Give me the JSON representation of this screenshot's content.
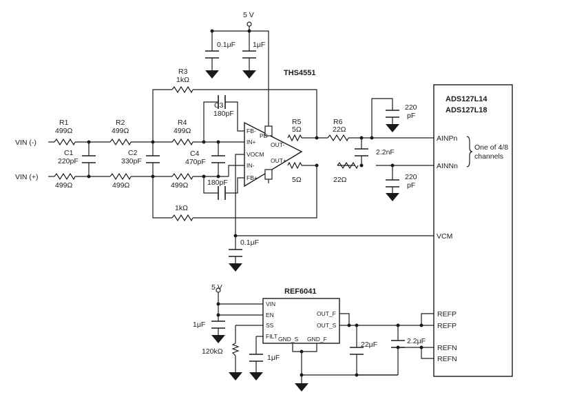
{
  "supply": {
    "top": "5 V",
    "ref": "5 V"
  },
  "amp": {
    "name": "THS4551",
    "pins": {
      "fbm": "FB-",
      "inp": "IN+",
      "vocm": "VOCM",
      "inm": "IN-",
      "fbp": "FB+",
      "pd": "PD",
      "outm": "OUT-",
      "outp": "OUT+"
    }
  },
  "inputs": {
    "vin_neg": "VIN (-)",
    "vin_pos": "VIN (+)"
  },
  "resistors": {
    "r1_name": "R1",
    "r1_val": "499Ω",
    "r2_name": "R2",
    "r2_val": "499Ω",
    "r3_name": "R3",
    "r3_val": "1kΩ",
    "r4_name": "R4",
    "r4_val": "499Ω",
    "r5_name": "R5",
    "r5_val": "5Ω",
    "r6_name": "R6",
    "r6_val": "22Ω",
    "bot_r1_val": "499Ω",
    "bot_r2_val": "499Ω",
    "bot_r4_val": "499Ω",
    "bot_fb_val": "1kΩ",
    "bot_r5_val": "5Ω",
    "bot_r6_val": "22Ω",
    "ref_r_val": "120kΩ"
  },
  "capacitors": {
    "c1_name": "C1",
    "c1_val": "220pF",
    "c2_name": "C2",
    "c2_val": "330pF",
    "c3_name": "C3",
    "c3_val": "180pF",
    "c4_name": "C4",
    "c4_val": "470pF",
    "bot_fb_cap_val": "180pF",
    "sup_cap1": "0.1μF",
    "sup_cap2": "1μF",
    "diff_cap": "2.2nF",
    "top_gnd_cap_a": "220",
    "top_gnd_cap_b": "pF",
    "bot_gnd_cap_a": "220",
    "bot_gnd_cap_b": "pF",
    "vcm_cap": "0.1μF",
    "ref_in_cap": "1μF",
    "ref_filt_cap": "1μF",
    "ref_out_cap": "22μF",
    "ref_out_cap2": "2.2μF"
  },
  "adc": {
    "name1": "ADS127L14",
    "name2": "ADS127L18",
    "pins": {
      "ainp": "AINPn",
      "ainn": "AINNn",
      "vcm": "VCM",
      "refp1": "REFP",
      "refp2": "REFP",
      "refn1": "REFN",
      "refn2": "REFN"
    },
    "note1": "One of 4/8",
    "note2": "channels"
  },
  "ref": {
    "name": "REF6041",
    "pins": {
      "vin": "VIN",
      "en": "EN",
      "ss": "SS",
      "filt": "FILT",
      "outf": "OUT_F",
      "outs": "OUT_S",
      "gnds": "GND_S",
      "gndf": "GND_F"
    }
  }
}
